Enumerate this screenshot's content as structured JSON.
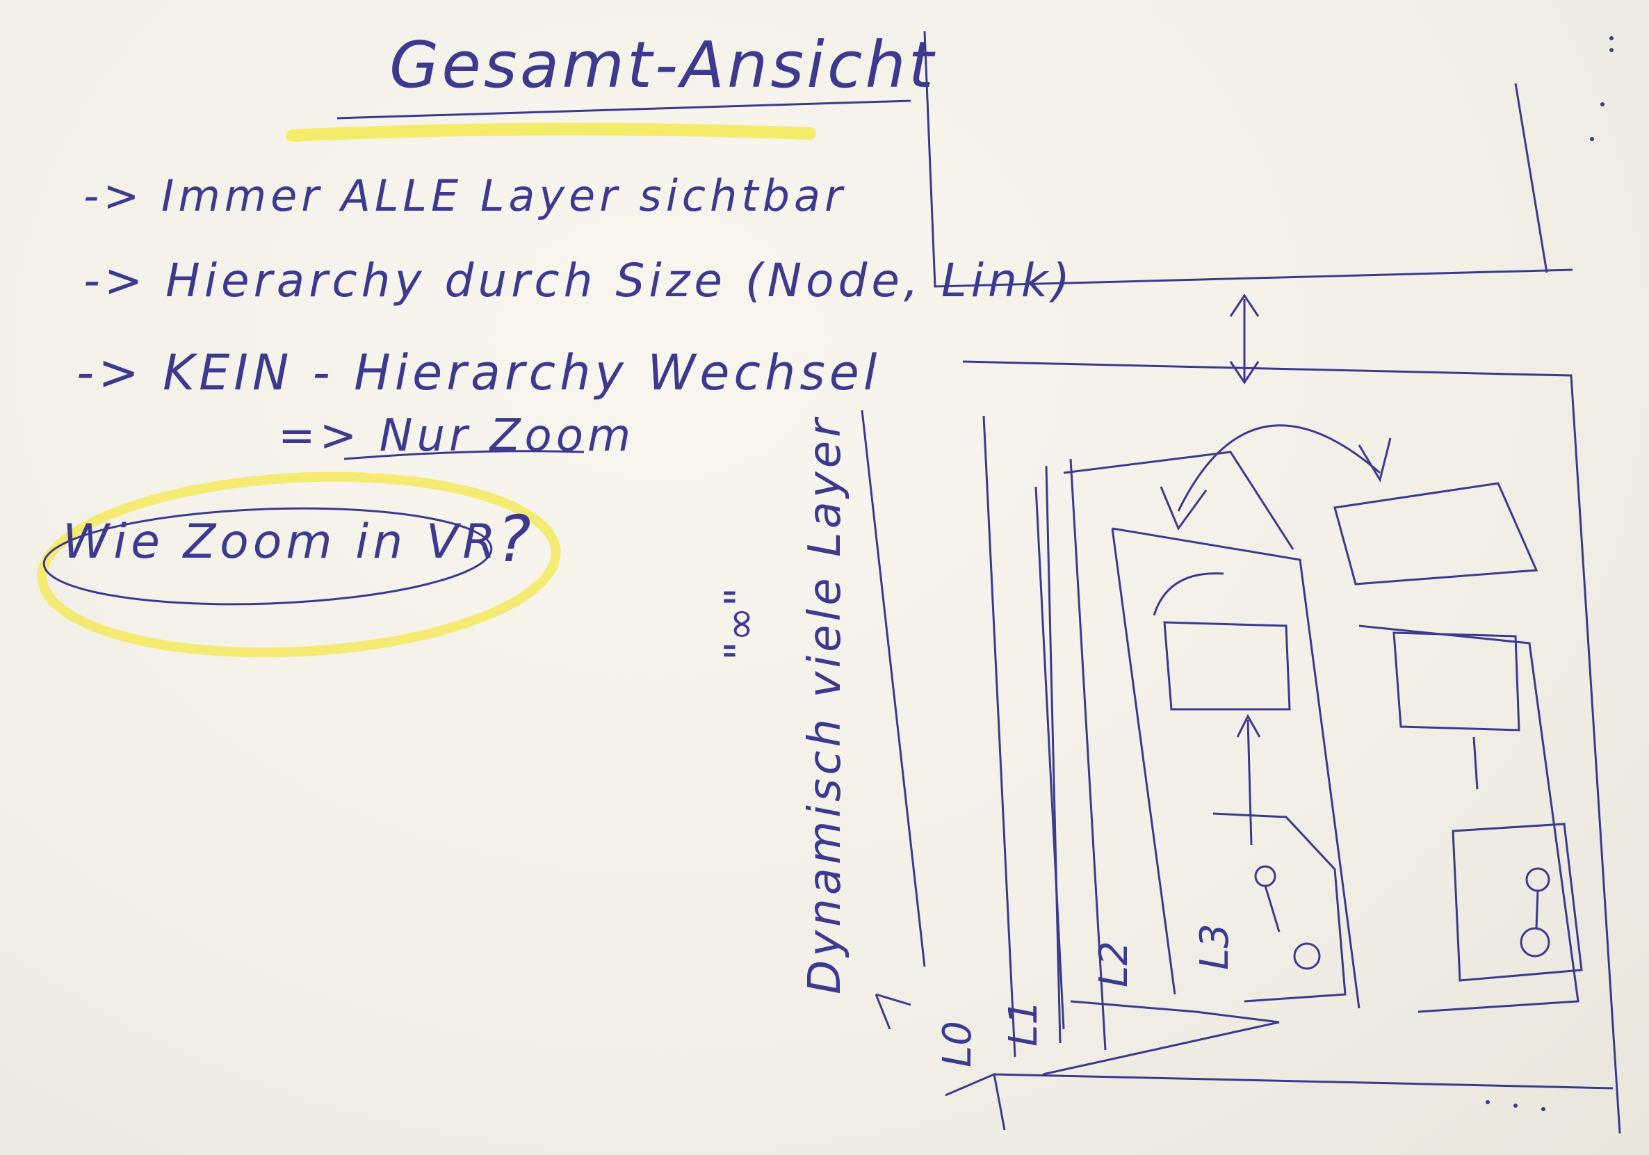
{
  "title": "Gesamt-Ansicht",
  "notes": [
    "-> Immer ALLE Layer sichtbar",
    "-> Hierarchy durch Size (Node, Link)",
    "-> KEIN - Hierarchy Wechsel",
    "=> Nur Zoom"
  ],
  "question": "Wie Zoom in VR",
  "question_mark": "?",
  "sketch": {
    "vertical_label": "Dynamisch viele Layer",
    "infinity_label": "\"∞\"",
    "layers": [
      "L0",
      "L1",
      "L2",
      "L3"
    ]
  },
  "colors": {
    "ink": "#3b3a8f",
    "highlighter": "#f5e84a",
    "paper": "#f4f2ea"
  }
}
